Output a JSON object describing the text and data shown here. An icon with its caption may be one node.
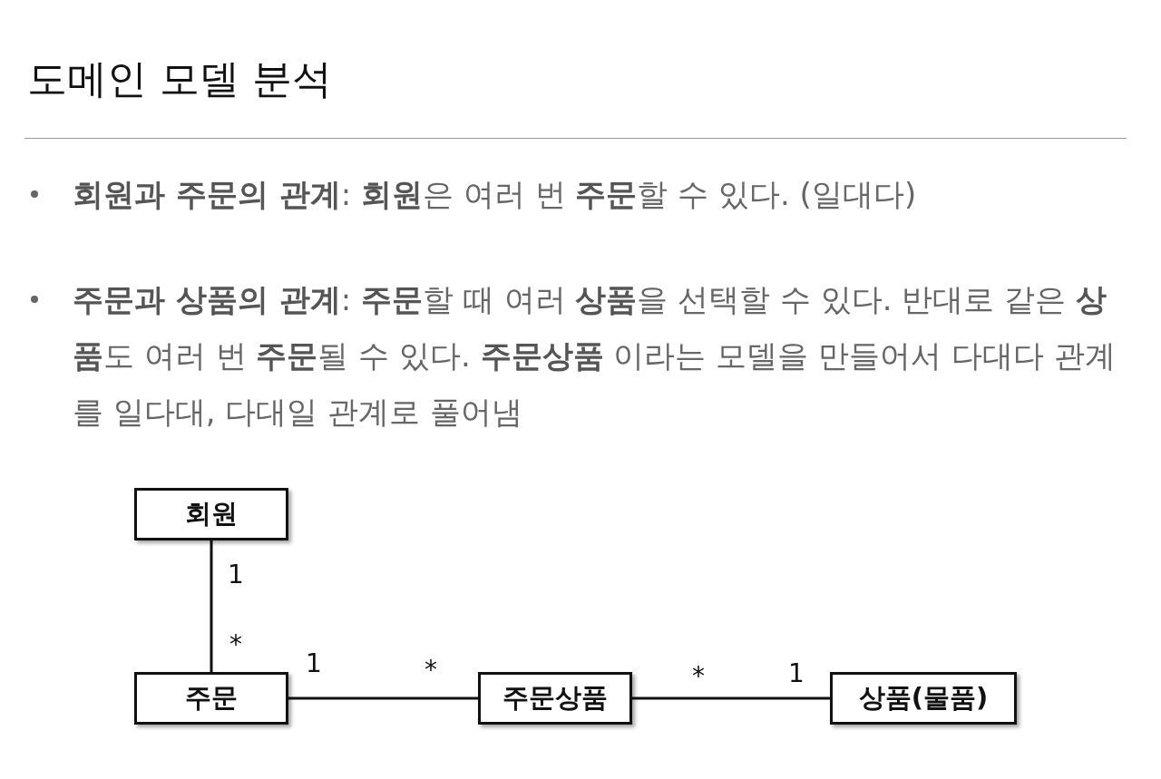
{
  "diagram": {
    "title": "도메인 모델 분석",
    "nodes": [
      {
        "text": [
          "회원"
        ]
      },
      {
        "text": [
          "주문"
        ]
      },
      {
        "text": [
          "주문상품"
        ]
      },
      {
        "text": [
          "상품(물품)"
        ]
      }
    ],
    "edges": [
      {
        "from": 0,
        "to": 1,
        "arrow": "none"
      },
      {
        "from": 1,
        "to": 2,
        "arrow": "none"
      },
      {
        "from": 2,
        "to": 3,
        "arrow": "none"
      }
    ],
    "labels": [
      "**회원과 주문의 관계**: **회원**은 여러 번 **주문**할 수 있다. (일대다)",
      "**주문과 상품의 관계**: **주문**할 때 여러 **상품**을 선택할 수 있다. 반대로 같은 **상품**도 여러 번 **주문**될 수 있다. **주문상품** 이라는 모델을 만들어서 다대다 관계를 일다대, 다대일 관계로 풀어냄",
      "1",
      "*",
      "1",
      "*",
      "*",
      "1"
    ]
  }
}
